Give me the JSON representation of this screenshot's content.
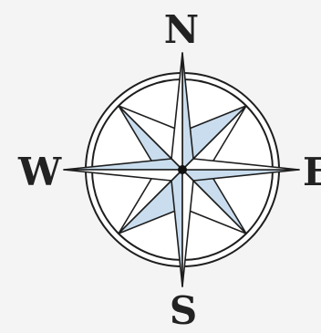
{
  "compass": {
    "labels": {
      "north": "N",
      "west": "W",
      "east": "E",
      "south": "S"
    },
    "colors": {
      "background": "#f4f4f4",
      "star_fill": "#c9ddee",
      "line": "#1e1e1e",
      "ring_fill": "#ffffff"
    }
  }
}
